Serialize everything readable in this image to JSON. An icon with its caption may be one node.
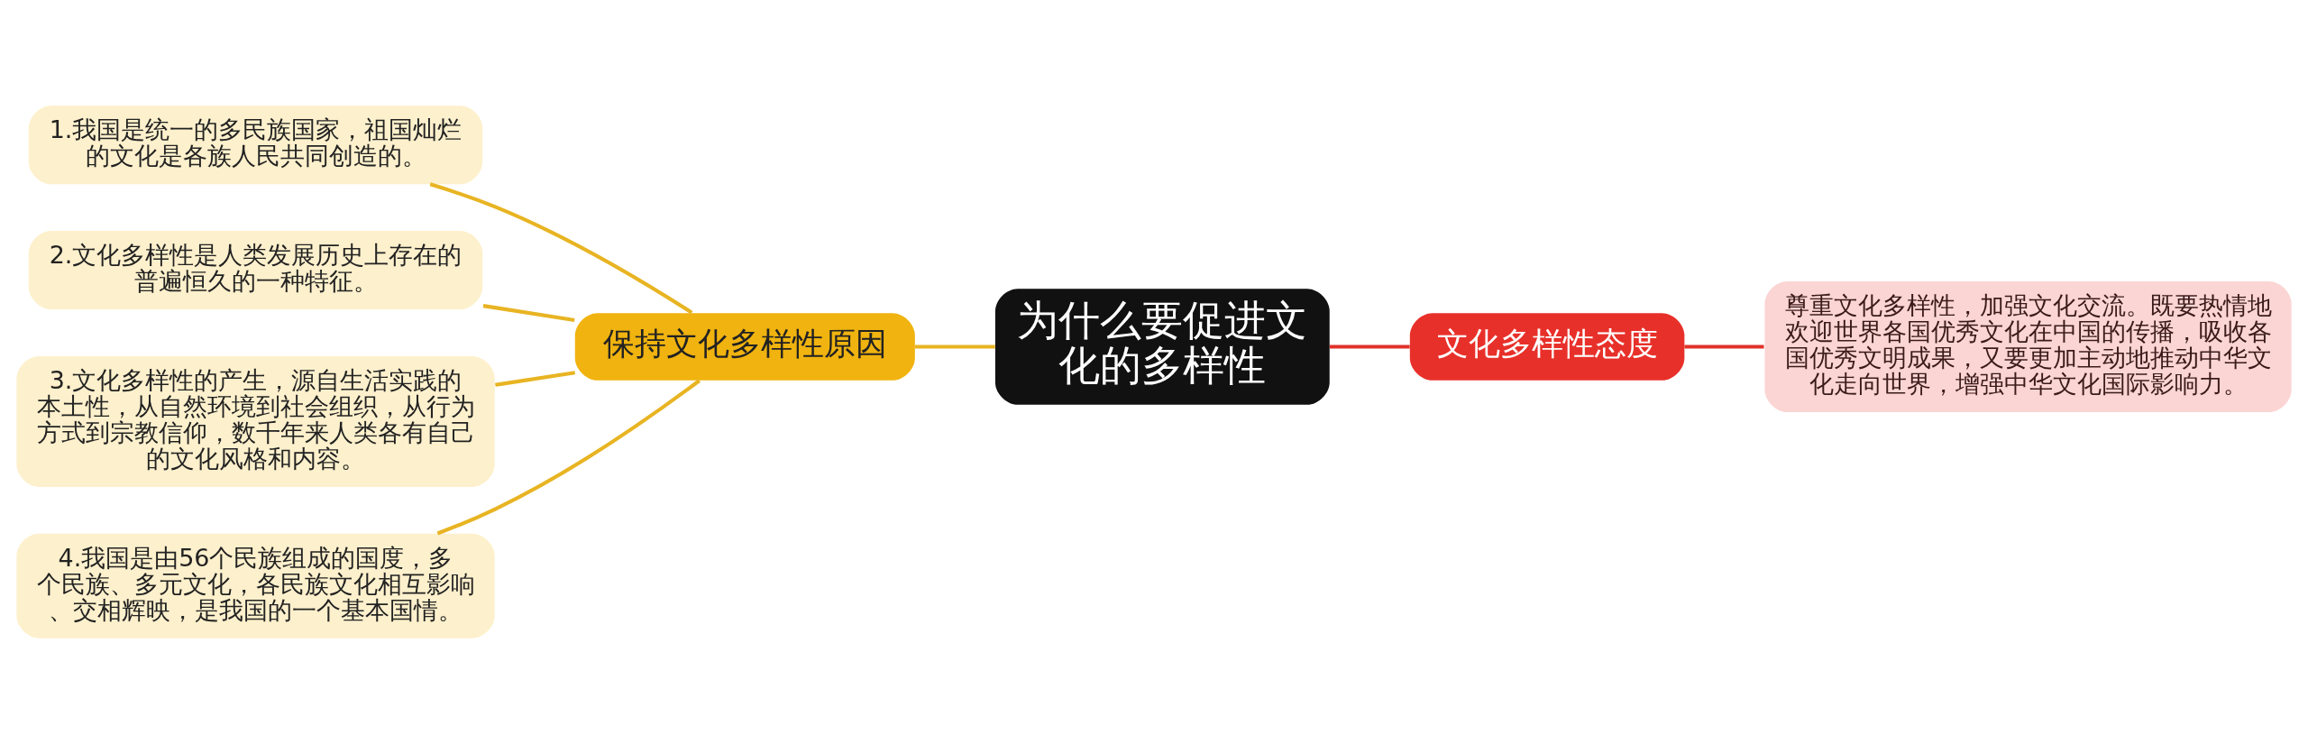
{
  "diagram": {
    "nodes": [
      {
        "text": [
          "为什么要促进文化的多样性"
        ]
      },
      {
        "text": [
          "保持文化多样性原因"
        ]
      },
      {
        "text": [
          "1.我国是统一的多民族国家，祖国灿烂的文化是各族人民共同创造的。"
        ]
      },
      {
        "text": [
          "2.文化多样性是人类发展历史上存在的普遍恒久的一种特征。"
        ]
      },
      {
        "text": [
          "3.文化多样性的产生，源自生活实践的本土性，从自然环境到社会组织，从行为方式到宗教信仰，数千年来人类各有自己的文化风格和内容。"
        ]
      },
      {
        "text": [
          "4.我国是由56个民族组成的国度，多个民族、多元文化，各民族文化相互影响、交相辉映，是我国的一个基本国情。"
        ]
      },
      {
        "text": [
          "文化多样性态度"
        ]
      },
      {
        "text": [
          "尊重文化多样性，加强文化交流。既要热情地欢迎世界各国优秀文化在中国的传播，吸收各国优秀文明成果，又要更加主动地推动中华文化走向世界，增强中华文化国际影响力。"
        ]
      }
    ],
    "edges": [
      {
        "from": 2,
        "to": 1,
        "arrow": "none"
      },
      {
        "from": 3,
        "to": 1,
        "arrow": "none"
      },
      {
        "from": 4,
        "to": 1,
        "arrow": "none"
      },
      {
        "from": 5,
        "to": 1,
        "arrow": "none"
      },
      {
        "from": 1,
        "to": 0,
        "arrow": "none"
      },
      {
        "from": 0,
        "to": 6,
        "arrow": "none",
        "color": "#e0322a"
      },
      {
        "from": 6,
        "to": 7,
        "arrow": "none",
        "color": "#e0322a"
      }
    ]
  }
}
